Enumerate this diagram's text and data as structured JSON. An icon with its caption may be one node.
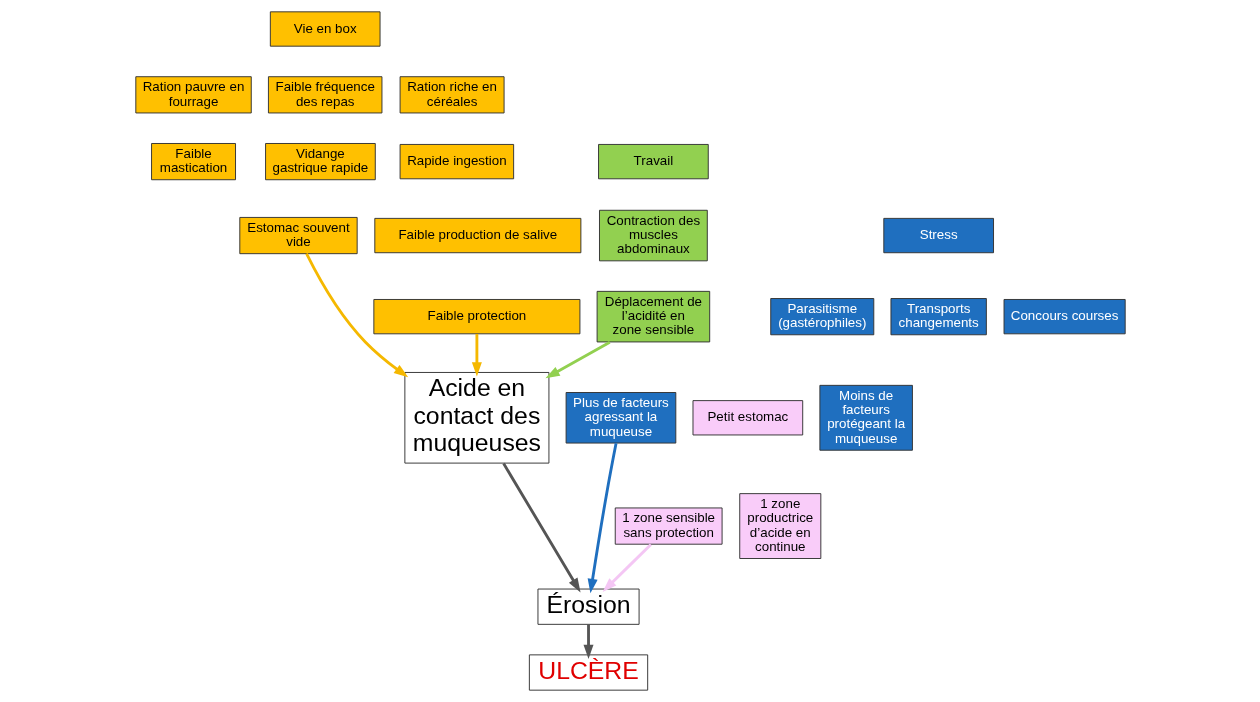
{
  "diagram": {
    "nodes": [
      {
        "text": [
          "Vie en box"
        ]
      },
      {
        "text": [
          "Ration pauvre en fourrage"
        ]
      },
      {
        "text": [
          "Ration riche en céréales"
        ]
      },
      {
        "text": [
          "Faible fréquence des repas"
        ]
      },
      {
        "text": [
          "Faible mastication"
        ]
      },
      {
        "text": [
          "Rapide ingestion"
        ]
      },
      {
        "text": [
          "Vidange gastrique rapide"
        ]
      },
      {
        "text": [
          "Faible production de salive"
        ]
      },
      {
        "text": [
          "Estomac souvent vide"
        ]
      },
      {
        "text": [
          "Faible protection"
        ]
      },
      {
        "text": [
          "Travail"
        ]
      },
      {
        "text": [
          "Contraction des muscles abdominaux"
        ]
      },
      {
        "text": [
          "Déplacement de l’acidité en zone sensible"
        ]
      },
      {
        "text": [
          "Stress"
        ]
      },
      {
        "text": [
          "Transports changements"
        ]
      },
      {
        "text": [
          "Parasitisme (gastérophiles)"
        ]
      },
      {
        "text": [
          "Concours courses"
        ]
      },
      {
        "text": [
          "Acide en contact des muqueuses"
        ]
      },
      {
        "text": [
          "Moins de facteurs protégeant la muqueuse"
        ]
      },
      {
        "text": [
          "Plus de facteurs agressant la muqueuse"
        ]
      },
      {
        "text": [
          "Petit estomac"
        ]
      },
      {
        "text": [
          "1 zone sensible sans protection"
        ]
      },
      {
        "text": [
          "1 zone productrice d’acide en continue"
        ]
      },
      {
        "text": [
          "Érosion"
        ]
      },
      {
        "text": [
          "ULCÈRE"
        ]
      }
    ],
    "edges": [
      {
        "from": 9,
        "to": 17,
        "arrow": "to",
        "color": "#f5b800"
      },
      {
        "from": 8,
        "to": 17,
        "arrow": "to",
        "color": "#f5b800"
      },
      {
        "from": 12,
        "to": 17,
        "arrow": "to",
        "color": "#92d050"
      },
      {
        "from": 17,
        "to": 23,
        "arrow": "to",
        "color": "#555555"
      },
      {
        "from": 21,
        "to": 23,
        "arrow": "to",
        "color": "#f4c6f4"
      },
      {
        "from": 19,
        "to": 23,
        "arrow": "to",
        "color": "#1f6fbf"
      },
      {
        "from": 23,
        "to": 24,
        "arrow": "to",
        "color": "#555555"
      }
    ]
  }
}
